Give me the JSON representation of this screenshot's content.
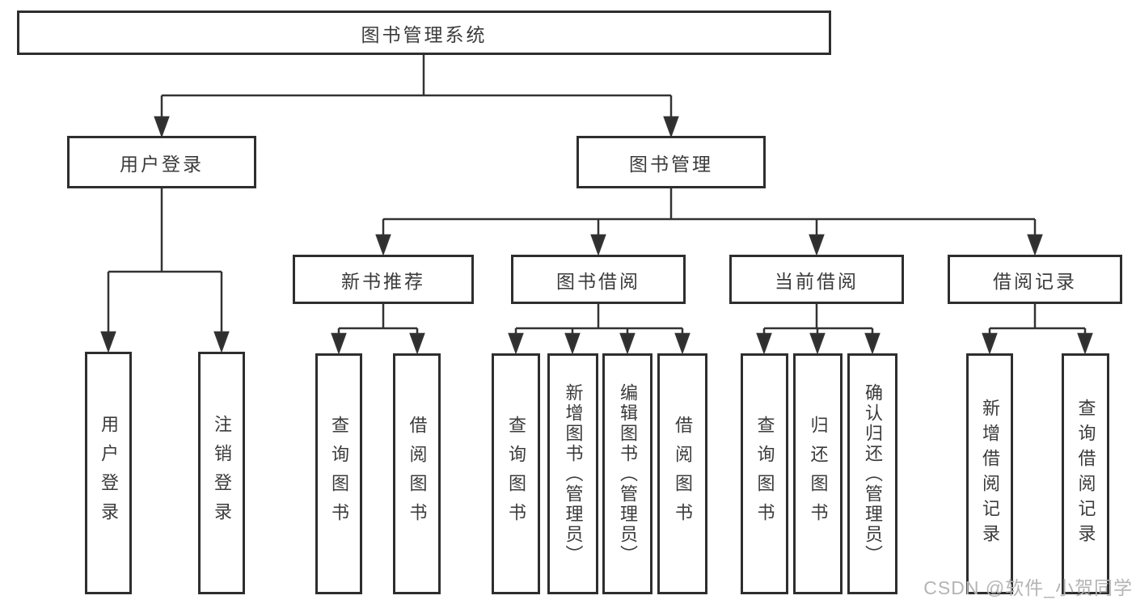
{
  "diagram": {
    "root": {
      "label": "图书管理系统"
    },
    "branches": [
      {
        "label": "用户登录",
        "children": [
          {
            "label": "用户登录"
          },
          {
            "label": "注销登录"
          }
        ]
      },
      {
        "label": "图书管理",
        "children": [
          {
            "label": "新书推荐",
            "children": [
              {
                "label": "查询图书"
              },
              {
                "label": "借阅图书"
              }
            ]
          },
          {
            "label": "图书借阅",
            "children": [
              {
                "label": "查询图书"
              },
              {
                "label": "新增图书（管理员）"
              },
              {
                "label": "编辑图书（管理员）"
              },
              {
                "label": "借阅图书"
              }
            ]
          },
          {
            "label": "当前借阅",
            "children": [
              {
                "label": "查询图书"
              },
              {
                "label": "归还图书"
              },
              {
                "label": "确认归还（管理员）"
              }
            ]
          },
          {
            "label": "借阅记录",
            "children": [
              {
                "label": "新增借阅记录"
              },
              {
                "label": "查询借阅记录"
              }
            ]
          }
        ]
      }
    ]
  },
  "watermark": {
    "text": "CSDN @软件_小贺同学"
  },
  "colors": {
    "background": "#ffffff",
    "box_border": "#2e2e2e",
    "line": "#333333",
    "text": "#3b3b3b",
    "watermark": "#b4b4b4"
  }
}
